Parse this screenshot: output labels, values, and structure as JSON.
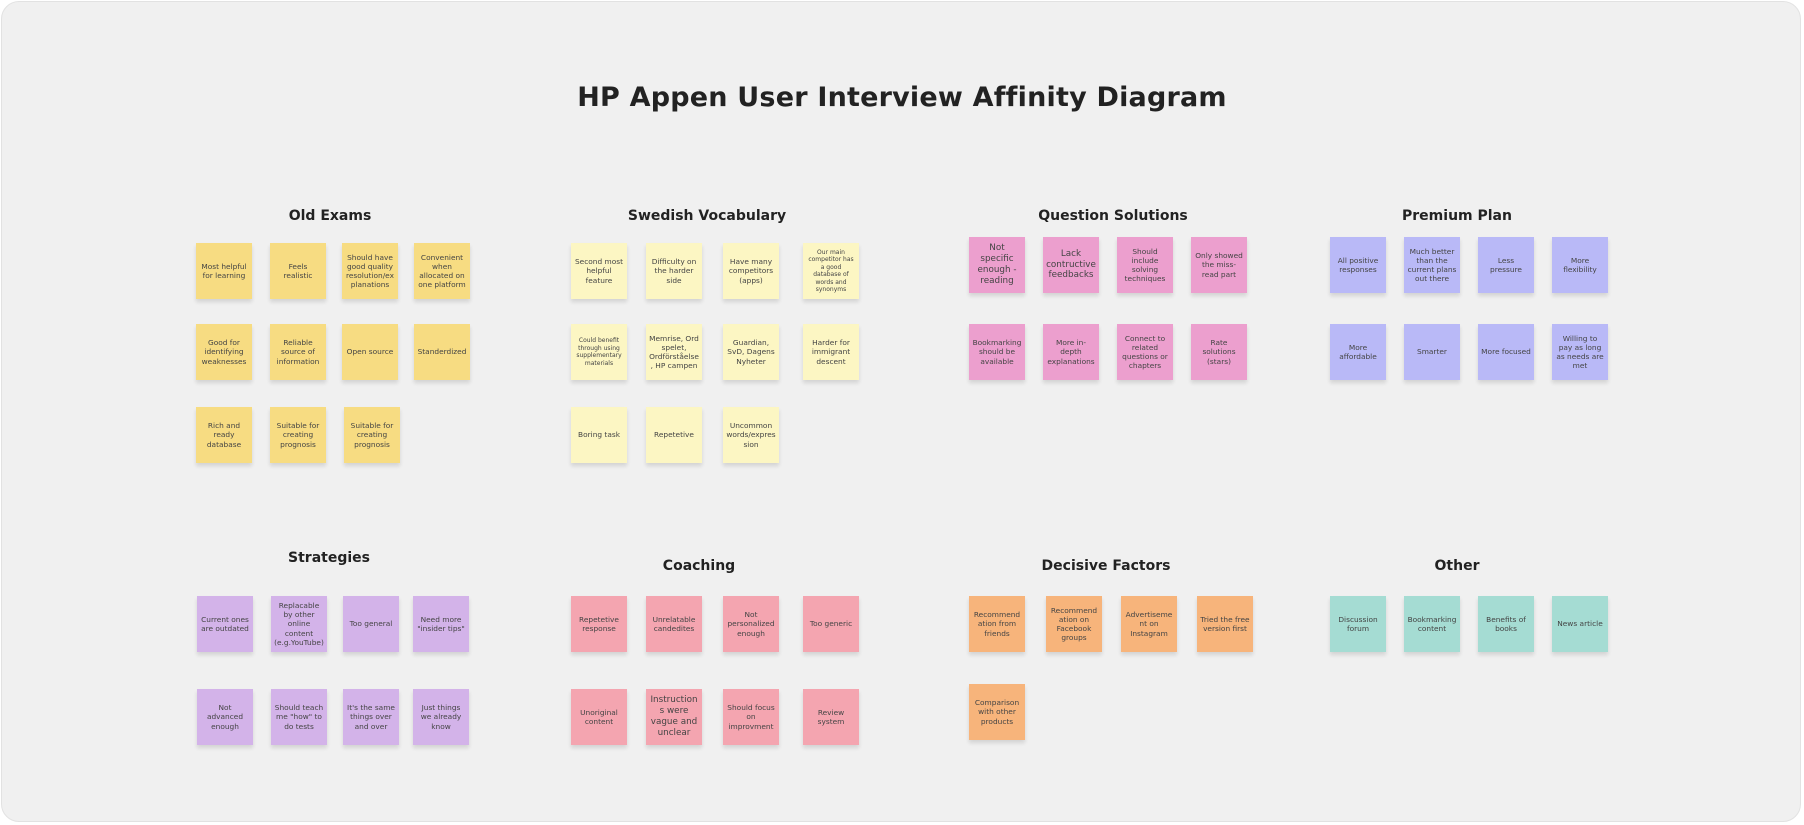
{
  "title": "HP Appen User Interview Affinity Diagram",
  "colors": {
    "board": "#f0f0f0",
    "yellow": "#f7dc82",
    "cream": "#fcf6c3",
    "pink": "#ec9fce",
    "blue": "#b9b9f7",
    "purple": "#d3b3e9",
    "salmon": "#f4a5b0",
    "orange": "#f7b47b",
    "teal": "#a5dcd3"
  },
  "groups": [
    {
      "title": "Old Exams",
      "color": "yellow",
      "notes": [
        "Most helpful for learning",
        "Feels realistic",
        "Should have good quality resolution/explanations",
        "Convenient when allocated on one platform",
        "Good for identifying weaknesses",
        "Reliable source of information",
        "Open source",
        "Standerdized",
        "Rich and ready database",
        "Suitable for creating prognosis",
        "Suitable for creating prognosis"
      ]
    },
    {
      "title": "Swedish Vocabulary",
      "color": "cream",
      "notes": [
        "Second most helpful feature",
        "Difficulty on the harder side",
        "Have many competitors (apps)",
        "Our main competitor has a good database of words and synonyms",
        "Could benefit through using supplementary materials",
        "Memrise, Ord spelet, Ordförståelse, HP campen",
        "Guardian, SvD, Dagens Nyheter",
        "Harder for immigrant descent",
        "Boring task",
        "Repetetive",
        "Uncommon words/expression"
      ]
    },
    {
      "title": "Question Solutions",
      "color": "pink",
      "notes": [
        "Not specific enough - reading",
        "Lack contructive feedbacks",
        "Should include solving techniques",
        "Only showed the miss-read part",
        "Bookmarking should be available",
        "More in-depth explanations",
        "Connect to related questions or chapters",
        "Rate solutions (stars)"
      ]
    },
    {
      "title": "Premium Plan",
      "color": "blue",
      "notes": [
        "All positive responses",
        "Much better than the current plans out there",
        "Less pressure",
        "More flexibility",
        "More affordable",
        "Smarter",
        "More focused",
        "Willing to pay as long as needs are met"
      ]
    },
    {
      "title": "Strategies",
      "color": "purple",
      "notes": [
        "Current ones are outdated",
        "Replacable by other online content (e.g.YouTube)",
        "Too general",
        "Need more \"insider tips\"",
        "Not advanced enough",
        "Should teach me \"how\" to do tests",
        "It's the same things over and over",
        "Just things we already know"
      ]
    },
    {
      "title": "Coaching",
      "color": "salmon",
      "notes": [
        "Repetetive response",
        "Unrelatable candedites",
        "Not personalized enough",
        "Too generic",
        "Unoriginal content",
        "Instructions were vague and unclear",
        "Should focus on improvment",
        "Review system"
      ]
    },
    {
      "title": "Decisive Factors",
      "color": "orange",
      "notes": [
        "Recommendation from friends",
        "Recommendation on Facebook groups",
        "Advertisement on Instagram",
        "Tried the free version first",
        "Comparison with other products"
      ]
    },
    {
      "title": "Other",
      "color": "teal",
      "notes": [
        "Discussion forum",
        "Bookmarking content",
        "Benefits of books",
        "News article"
      ]
    }
  ]
}
